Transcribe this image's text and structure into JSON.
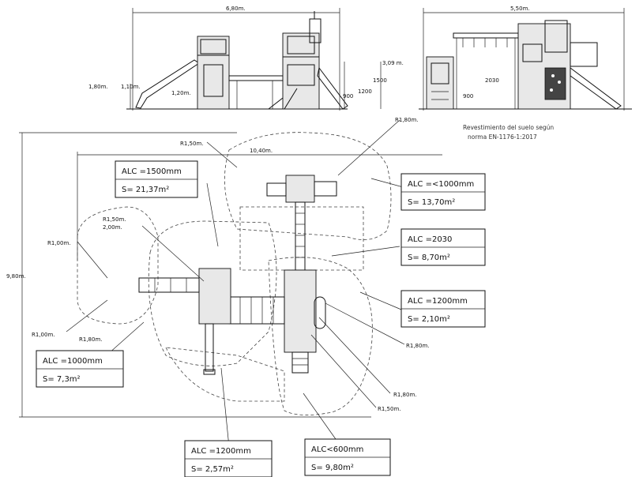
{
  "elevation_front": {
    "width_dim": "6,80m.",
    "h1": "1,80m.",
    "h2": "1,10m.",
    "h3": "1,20m.",
    "h4": "3,09 m.",
    "h5": "1500",
    "h6": "1200",
    "h7": "900"
  },
  "elevation_side": {
    "width_dim": "5,50m.",
    "h1": "2030",
    "h2": "900"
  },
  "surface_note": {
    "line1": "Revestimiento del suelo según",
    "line2": "norma EN-1176-1:2017"
  },
  "plan": {
    "overall_width": "10,40m.",
    "overall_height": "9,80m.",
    "dim_2m": "2,00m.",
    "radius_1": "R1,00m.",
    "radius_15": "R1,50m.",
    "radius_18": "R1,80m."
  },
  "zones": [
    {
      "alc": "ALC  =1500mm",
      "s": "S=  21,37m²"
    },
    {
      "alc": "ALC  =<1000mm",
      "s": "S=  13,70m²"
    },
    {
      "alc": "ALC  =2030",
      "s": "S=  8,70m²"
    },
    {
      "alc": "ALC  =1200mm",
      "s": "S=    2,10m²"
    },
    {
      "alc": "ALC  =1000mm",
      "s": "S=  7,3m²"
    },
    {
      "alc": "ALC  =1200mm",
      "s": "S=  2,57m²"
    },
    {
      "alc": "ALC<600mm",
      "s": "S=  9,80m²"
    }
  ]
}
